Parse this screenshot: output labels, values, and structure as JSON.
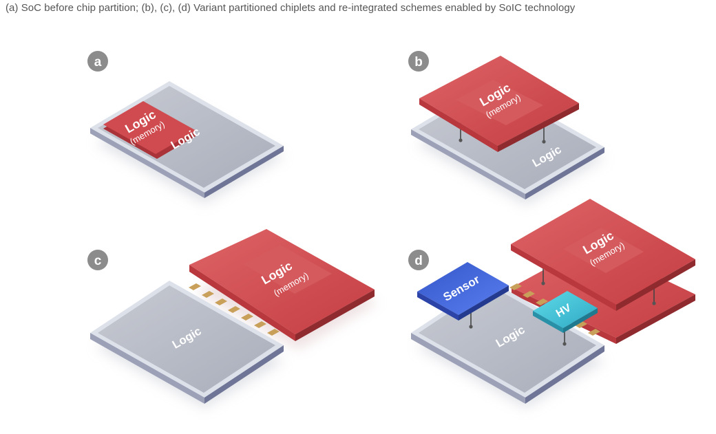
{
  "caption": "(a) SoC before chip partition; (b), (c), (d) Variant partitioned chiplets and re-integrated schemes enabled by SoIC technology",
  "panels": {
    "a": {
      "badge": "a",
      "logic": "Logic",
      "memory_title": "Logic",
      "memory_sub": "(memory)"
    },
    "b": {
      "badge": "b",
      "logic": "Logic",
      "memory_title": "Logic",
      "memory_sub": "(memory)"
    },
    "c": {
      "badge": "c",
      "logic": "Logic",
      "memory_title": "Logic",
      "memory_sub": "(memory)"
    },
    "d": {
      "badge": "d",
      "logic": "Logic",
      "memory_title": "Logic",
      "memory_sub": "(memory)",
      "sensor": "Sensor",
      "hv": "HV"
    }
  },
  "colors": {
    "logic_top": "#b9bdc7",
    "logic_rim": "#dde1ea",
    "logic_side": "#7a80a0",
    "memory_red": "#cf4b4f",
    "memory_dark": "#9a2e33",
    "sensor_blue": "#3f64d8",
    "hv_cyan": "#48c6d8",
    "bump_gold": "#c9a05a",
    "badge_gray": "#8c8c8c"
  }
}
